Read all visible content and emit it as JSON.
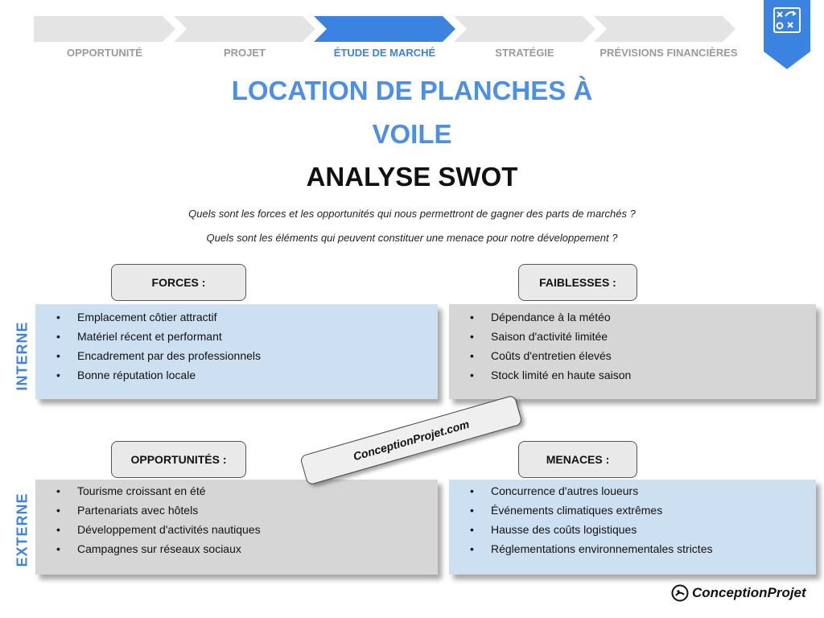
{
  "steps": [
    {
      "label": "OPPORTUNITÉ",
      "active": false
    },
    {
      "label": "PROJET",
      "active": false
    },
    {
      "label": "ÉTUDE DE MARCHÉ",
      "active": true
    },
    {
      "label": "STRATÉGIE",
      "active": false
    },
    {
      "label": "PRÉVISIONS FINANCIÈRES",
      "active": false
    }
  ],
  "colors": {
    "step_inactive": "#e4e4e4",
    "step_active": "#3b83e0",
    "title_blue": "#4c8fe6",
    "box_blue": "#cde0f2",
    "box_gray": "#d6d6d6",
    "bookmark": "#3b83e0"
  },
  "bookmark_icon": "tactics-board-icon",
  "title_line1": "LOCATION DE PLANCHES À",
  "title_line2": "VOILE",
  "subtitle": "ANALYSE SWOT",
  "questions": {
    "q1": "Quels sont les forces et les opportunités qui nous permettront de gagner des parts de marchés ?",
    "q2": "Quels sont les éléments qui peuvent constituer une menace pour notre développement ?"
  },
  "side_labels": {
    "internal": "INTERNE",
    "external": "EXTERNE"
  },
  "forces": {
    "label": "FORCES :",
    "items": [
      "Emplacement côtier attractif",
      "Matériel récent et performant",
      "Encadrement par des professionnels",
      "Bonne réputation locale"
    ]
  },
  "faiblesses": {
    "label": "FAIBLESSES :",
    "items": [
      "Dépendance à la météo",
      "Saison d'activité limitée",
      "Coûts d'entretien élevés",
      "Stock limité en haute saison"
    ]
  },
  "opportunites": {
    "label": "OPPORTUNITÉS :",
    "items": [
      "Tourisme croissant en été",
      "Partenariats avec hôtels",
      "Développement d'activités nautiques",
      "Campagnes sur réseaux sociaux"
    ]
  },
  "menaces": {
    "label": "MENACES :",
    "items": [
      "Concurrence d'autres loueurs",
      "Événements climatiques extrêmes",
      "Hausse des coûts logistiques",
      "Réglementations environnementales strictes"
    ]
  },
  "watermark": "ConceptionProjet.com",
  "brand": "ConceptionProjet"
}
